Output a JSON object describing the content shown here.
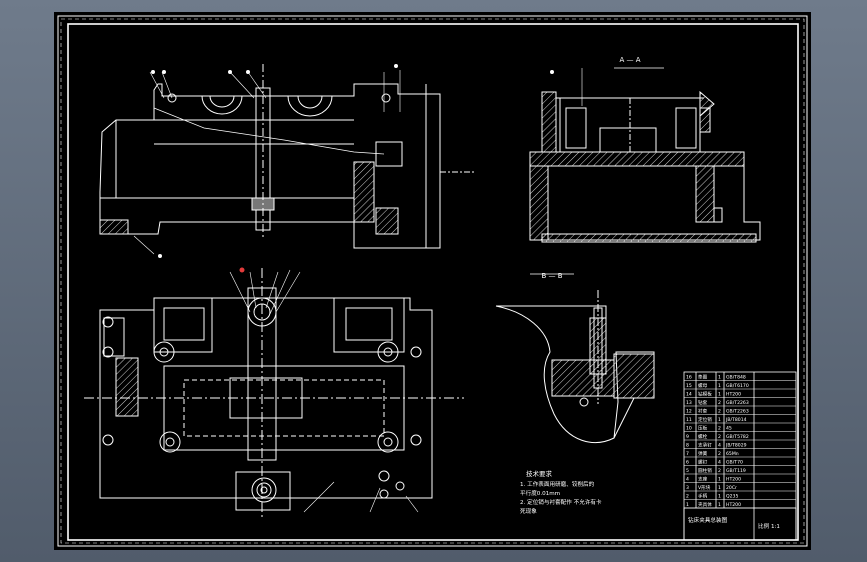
{
  "drawing": {
    "section_labels": [
      "A — A",
      "B — B"
    ],
    "tech_notes": {
      "heading": "技术要求",
      "lines": [
        "1. 工作表面用研磨、铰削后的",
        "平行度0.01mm",
        "2. 定位销与衬套配作 不允许有卡",
        "死现象"
      ]
    },
    "title_block": {
      "name": "钻床夹具总装图",
      "scale": "比例 1:1"
    },
    "bom_rows": [
      {
        "no": "16",
        "name": "垫圈",
        "qty": "1",
        "spec": "GB/T848"
      },
      {
        "no": "15",
        "name": "螺母",
        "qty": "1",
        "spec": "GB/T6170"
      },
      {
        "no": "14",
        "name": "钻模板",
        "qty": "1",
        "spec": "HT200"
      },
      {
        "no": "13",
        "name": "钻套",
        "qty": "2",
        "spec": "GB/T2263"
      },
      {
        "no": "12",
        "name": "衬套",
        "qty": "2",
        "spec": "GB/T2263"
      },
      {
        "no": "11",
        "name": "定位销",
        "qty": "1",
        "spec": "JB/T8014"
      },
      {
        "no": "10",
        "name": "压板",
        "qty": "2",
        "spec": "45"
      },
      {
        "no": "9",
        "name": "螺栓",
        "qty": "2",
        "spec": "GB/T5782"
      },
      {
        "no": "8",
        "name": "支承钉",
        "qty": "4",
        "spec": "JB/T8029"
      },
      {
        "no": "7",
        "name": "弹簧",
        "qty": "2",
        "spec": "65Mn"
      },
      {
        "no": "6",
        "name": "螺钉",
        "qty": "4",
        "spec": "GB/T70"
      },
      {
        "no": "5",
        "name": "圆柱销",
        "qty": "2",
        "spec": "GB/T119"
      },
      {
        "no": "4",
        "name": "支座",
        "qty": "1",
        "spec": "HT200"
      },
      {
        "no": "3",
        "name": "V形块",
        "qty": "1",
        "spec": "20Cr"
      },
      {
        "no": "2",
        "name": "手柄",
        "qty": "1",
        "spec": "Q235"
      },
      {
        "no": "1",
        "name": "夹具体",
        "qty": "1",
        "spec": "HT200"
      }
    ]
  },
  "colors": {
    "line": "#ffffff",
    "accent": "#e33b3b",
    "hatch": "#cfcfcf",
    "paper": "#000000"
  }
}
